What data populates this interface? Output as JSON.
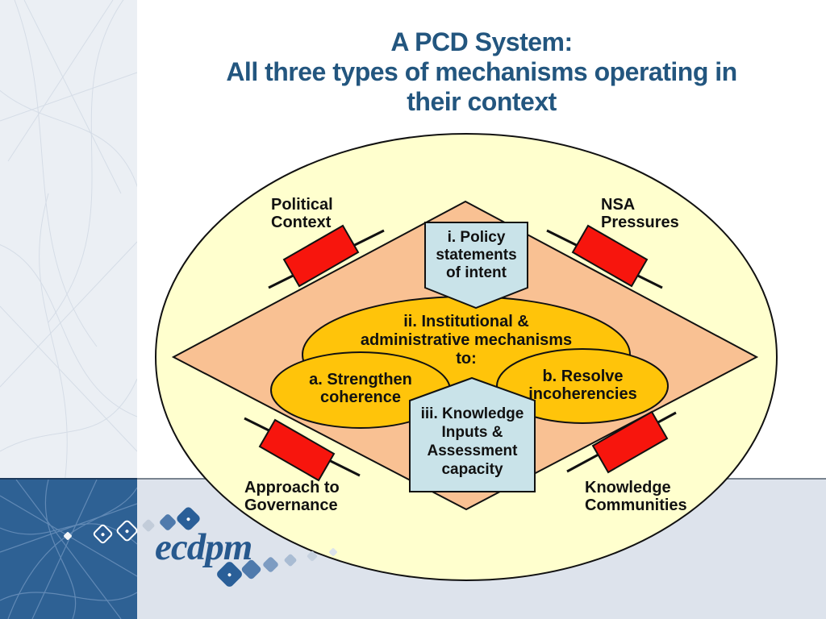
{
  "title": "A PCD System:\nAll three types of mechanisms operating in\ntheir context",
  "diagram": {
    "outer_labels": {
      "top_left": "Political\nContext",
      "top_right": "NSA\nPressures",
      "bottom_left": "Approach to\nGovernance",
      "bottom_right": "Knowledge\nCommunities"
    },
    "policy_box": "i. Policy\nstatements\nof intent",
    "mechanisms_ellipse": "ii.  Institutional &\nadministrative mechanisms\nto:",
    "strengthen_ellipse": "a. Strengthen\ncoherence",
    "resolve_ellipse": "b. Resolve\nincoherencies",
    "knowledge_box": "iii. Knowledge\nInputs &\nAssessment\ncapacity",
    "colors": {
      "pale_yellow": "#FFFFCE",
      "peach": "#F9C193",
      "gold": "#FFC40A",
      "light_blue": "#C9E3E9",
      "red": "#F7150D",
      "title_blue": "#23567F",
      "brand_blue": "#27598E",
      "band_gray_blue": "#DDE3EC",
      "strip_dark_blue": "#2E6194"
    }
  },
  "logo": {
    "text": "ecdpm",
    "dot_icon": "diamond-dot"
  }
}
